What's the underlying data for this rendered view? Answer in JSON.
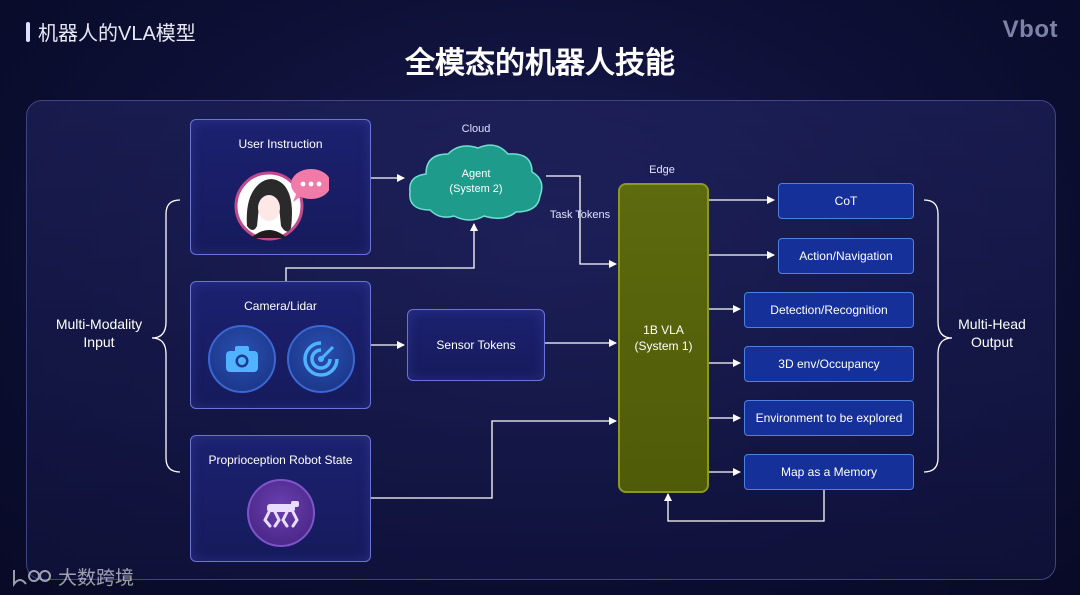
{
  "header": {
    "page_tag": "机器人的VLA模型",
    "brand": "Vbot",
    "title": "全模态的机器人技能"
  },
  "inputs": {
    "label_line1": "Multi-Modality",
    "label_line2": "Input",
    "user_instruction": "User Instruction",
    "camera_lidar": "Camera/Lidar",
    "proprioception": "Proprioception Robot State"
  },
  "cloud": {
    "label": "Cloud",
    "agent_line1": "Agent",
    "agent_line2": "(System 2)"
  },
  "middle": {
    "task_tokens": "Task Tokens",
    "sensor_tokens": "Sensor Tokens",
    "edge_label": "Edge",
    "vla_line1": "1B VLA",
    "vla_line2": "(System 1)"
  },
  "outputs": {
    "label_line1": "Multi-Head",
    "label_line2": "Output",
    "items": [
      "CoT",
      "Action/Navigation",
      "Detection/Recognition",
      "3D env/Occupancy",
      "Environment to be explored",
      "Map as a Memory"
    ]
  },
  "watermark": "大数跨境",
  "icons": {
    "avatar": "woman-avatar-icon",
    "chat": "chat-bubble-icon",
    "camera": "camera-icon",
    "lidar": "radar-icon",
    "robot": "robot-dog-icon"
  },
  "colors": {
    "background": "#0d0f35",
    "card_border": "#6a74d6",
    "output_box": "#16309a",
    "vla_fill": "#5e6a0e",
    "cloud_fill": "#1f9b8c"
  }
}
